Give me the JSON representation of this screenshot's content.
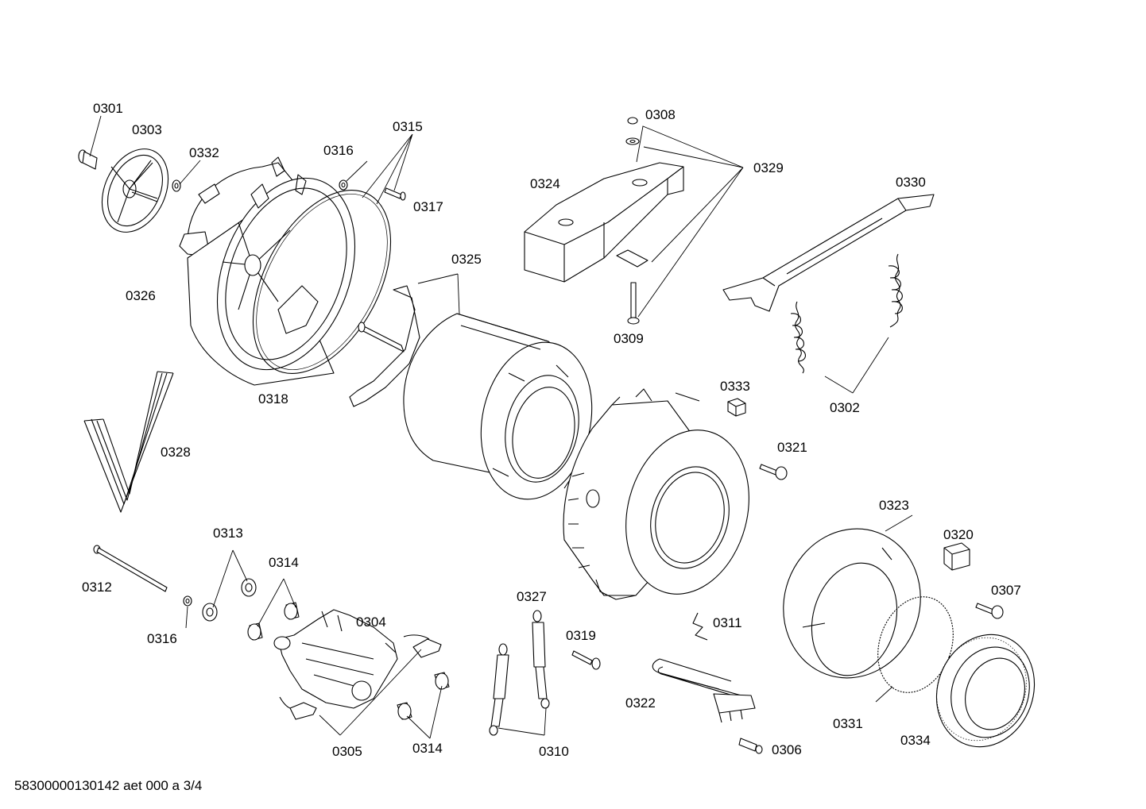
{
  "parts": {
    "p0301": "0301",
    "p0302": "0302",
    "p0303": "0303",
    "p0304": "0304",
    "p0305": "0305",
    "p0306": "0306",
    "p0307": "0307",
    "p0308": "0308",
    "p0309": "0309",
    "p0310": "0310",
    "p0311": "0311",
    "p0312": "0312",
    "p0313": "0313",
    "p0314a": "0314",
    "p0314b": "0314",
    "p0315": "0315",
    "p0316a": "0316",
    "p0316b": "0316",
    "p0317": "0317",
    "p0318": "0318",
    "p0319": "0319",
    "p0320": "0320",
    "p0321": "0321",
    "p0322": "0322",
    "p0323": "0323",
    "p0324": "0324",
    "p0325": "0325",
    "p0326": "0326",
    "p0327": "0327",
    "p0328": "0328",
    "p0329": "0329",
    "p0330": "0330",
    "p0331": "0331",
    "p0332": "0332",
    "p0333": "0333",
    "p0334": "0334"
  },
  "footer": "58300000130142 aet 000 a 3/4"
}
